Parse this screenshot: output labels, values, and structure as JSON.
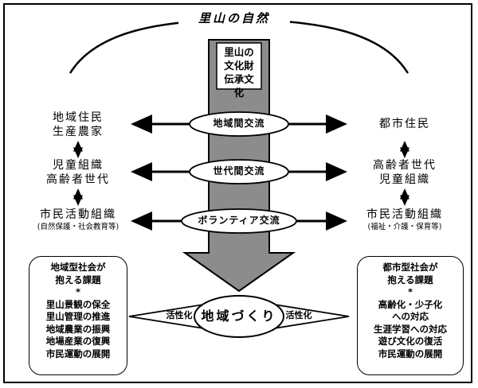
{
  "title": "里山の自然",
  "center_column": [
    "里山の",
    "文化財",
    "伝承文化"
  ],
  "exchanges": [
    "地域間交流",
    "世代間交流",
    "ボランティア交流"
  ],
  "left": {
    "row1": [
      "地域住民",
      "生産農家"
    ],
    "row2": [
      "児童組織",
      "高齢者世代"
    ],
    "row3_main": "市民活動組織",
    "row3_sub": "(自然保護・社会教育等)"
  },
  "right": {
    "row1": [
      "都市住民"
    ],
    "row2": [
      "高齢者世代",
      "児童組織"
    ],
    "row3_main": "市民活動組織",
    "row3_sub": "(福祉・介護・保育等)"
  },
  "left_box": {
    "heading": [
      "地域型社会が",
      "抱える課題"
    ],
    "star": "*",
    "items": [
      "里山景観の保全",
      "里山管理の推進",
      "地域農業の振興",
      "地場産業の復興",
      "市民運動の展開"
    ]
  },
  "right_box": {
    "heading": [
      "都市型社会が",
      "抱える課題"
    ],
    "star": "*",
    "items": [
      "高齢化・少子化",
      "への対応",
      "生涯学習への対応",
      "遊び文化の復活",
      "市民運動の展開"
    ]
  },
  "center_goal": "地域づくり",
  "activation_left": "活性化",
  "activation_right": "活性化",
  "colors": {
    "column_shade": "#8c8c8c",
    "line": "#000000",
    "background": "#ffffff"
  }
}
